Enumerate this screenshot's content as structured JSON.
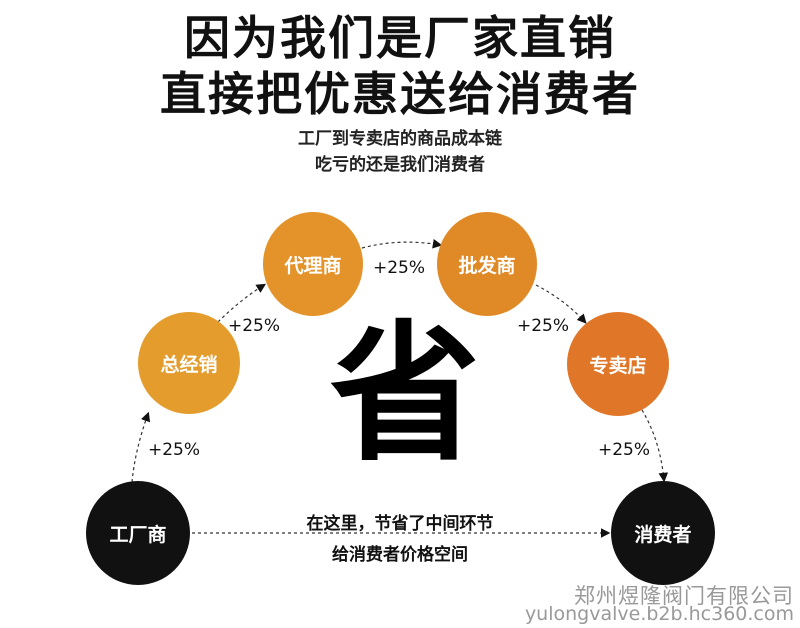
{
  "headline": [
    "因为我们是厂家直销",
    "直接把优惠送给消费者"
  ],
  "subtitle": [
    "工厂到专卖店的商品成本链",
    "吃亏的还是我们消费者"
  ],
  "nodes": [
    {
      "label": "工厂商",
      "color": "#111111"
    },
    {
      "label": "总经销",
      "color": "#e49c2c"
    },
    {
      "label": "代理商",
      "color": "#e3932a"
    },
    {
      "label": "批发商",
      "color": "#e08a27"
    },
    {
      "label": "专卖店",
      "color": "#e07628"
    },
    {
      "label": "消费者",
      "color": "#111111"
    }
  ],
  "markup": "+25%",
  "center_char": "省",
  "bottom_text": [
    "在这里，节省了中间环节",
    "给消费者价格空间"
  ],
  "watermark": {
    "company": "郑州煜隆阀门有限公司",
    "url": "yulongvalve.b2b.hc360.com"
  }
}
